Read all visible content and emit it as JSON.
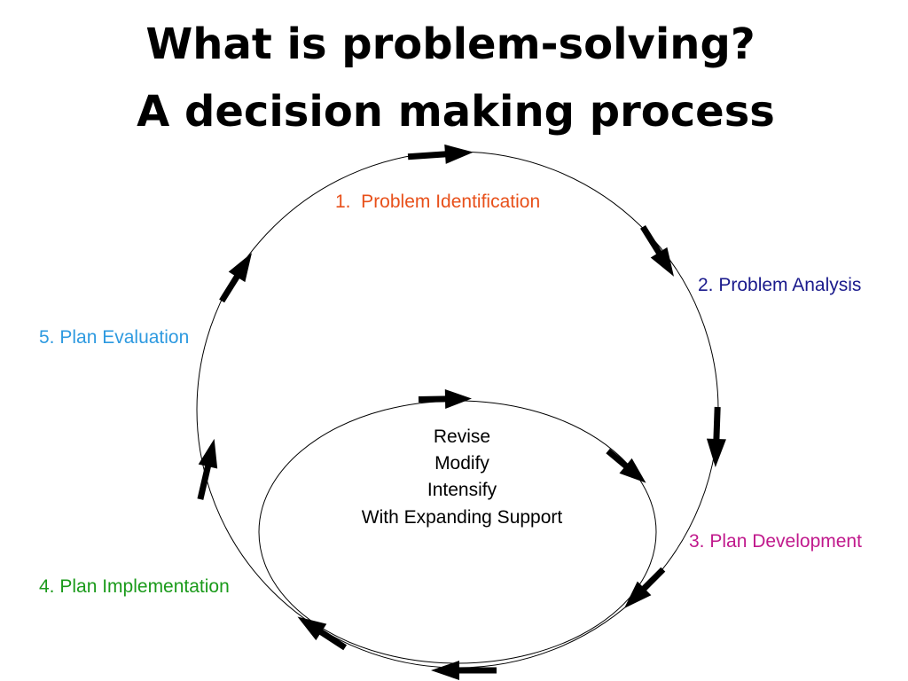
{
  "title": {
    "line1": "What is problem-solving?",
    "line2": "A decision making process"
  },
  "stages": [
    {
      "label": "1.  Problem Identification",
      "color": "#e8501a"
    },
    {
      "label": "2. Problem Analysis",
      "color": "#1a1a8c"
    },
    {
      "label": "3. Plan Development",
      "color": "#c0198c"
    },
    {
      "label": "4. Plan Implementation",
      "color": "#1a9a1a"
    },
    {
      "label": "5. Plan Evaluation",
      "color": "#2e9ae0"
    }
  ],
  "center": {
    "lines": [
      "Revise",
      "Modify",
      "Intensify",
      "With Expanding Support"
    ]
  },
  "colors": {
    "circle_stroke": "#000000",
    "arrow_fill": "#000000"
  }
}
